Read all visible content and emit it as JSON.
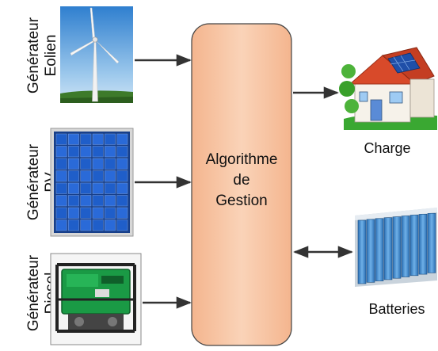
{
  "sources": [
    {
      "line1": "Générateur",
      "line2": "Eolien",
      "picture": "wind-turbine"
    },
    {
      "line1": "Générateur",
      "line2": "PV",
      "picture": "solar-panel"
    },
    {
      "line1": "Générateur",
      "line2": "Diesel",
      "picture": "diesel-generator"
    }
  ],
  "center_block": {
    "line1": "Algorithme",
    "line2": "de",
    "line3": "Gestion",
    "fill_color": "#f8c6a4",
    "border_color": "#444444"
  },
  "outputs": {
    "charge": {
      "label": "Charge",
      "picture": "house-with-solar-roof",
      "flow": "out"
    },
    "batteries": {
      "label": "Batteries",
      "picture": "battery-pack",
      "flow": "bidirectional"
    }
  },
  "colors": {
    "arrow": "#333333",
    "sky": "#3f8fd6",
    "pv_cell": "#1f5ec9",
    "generator_green": "#1a9a45"
  }
}
